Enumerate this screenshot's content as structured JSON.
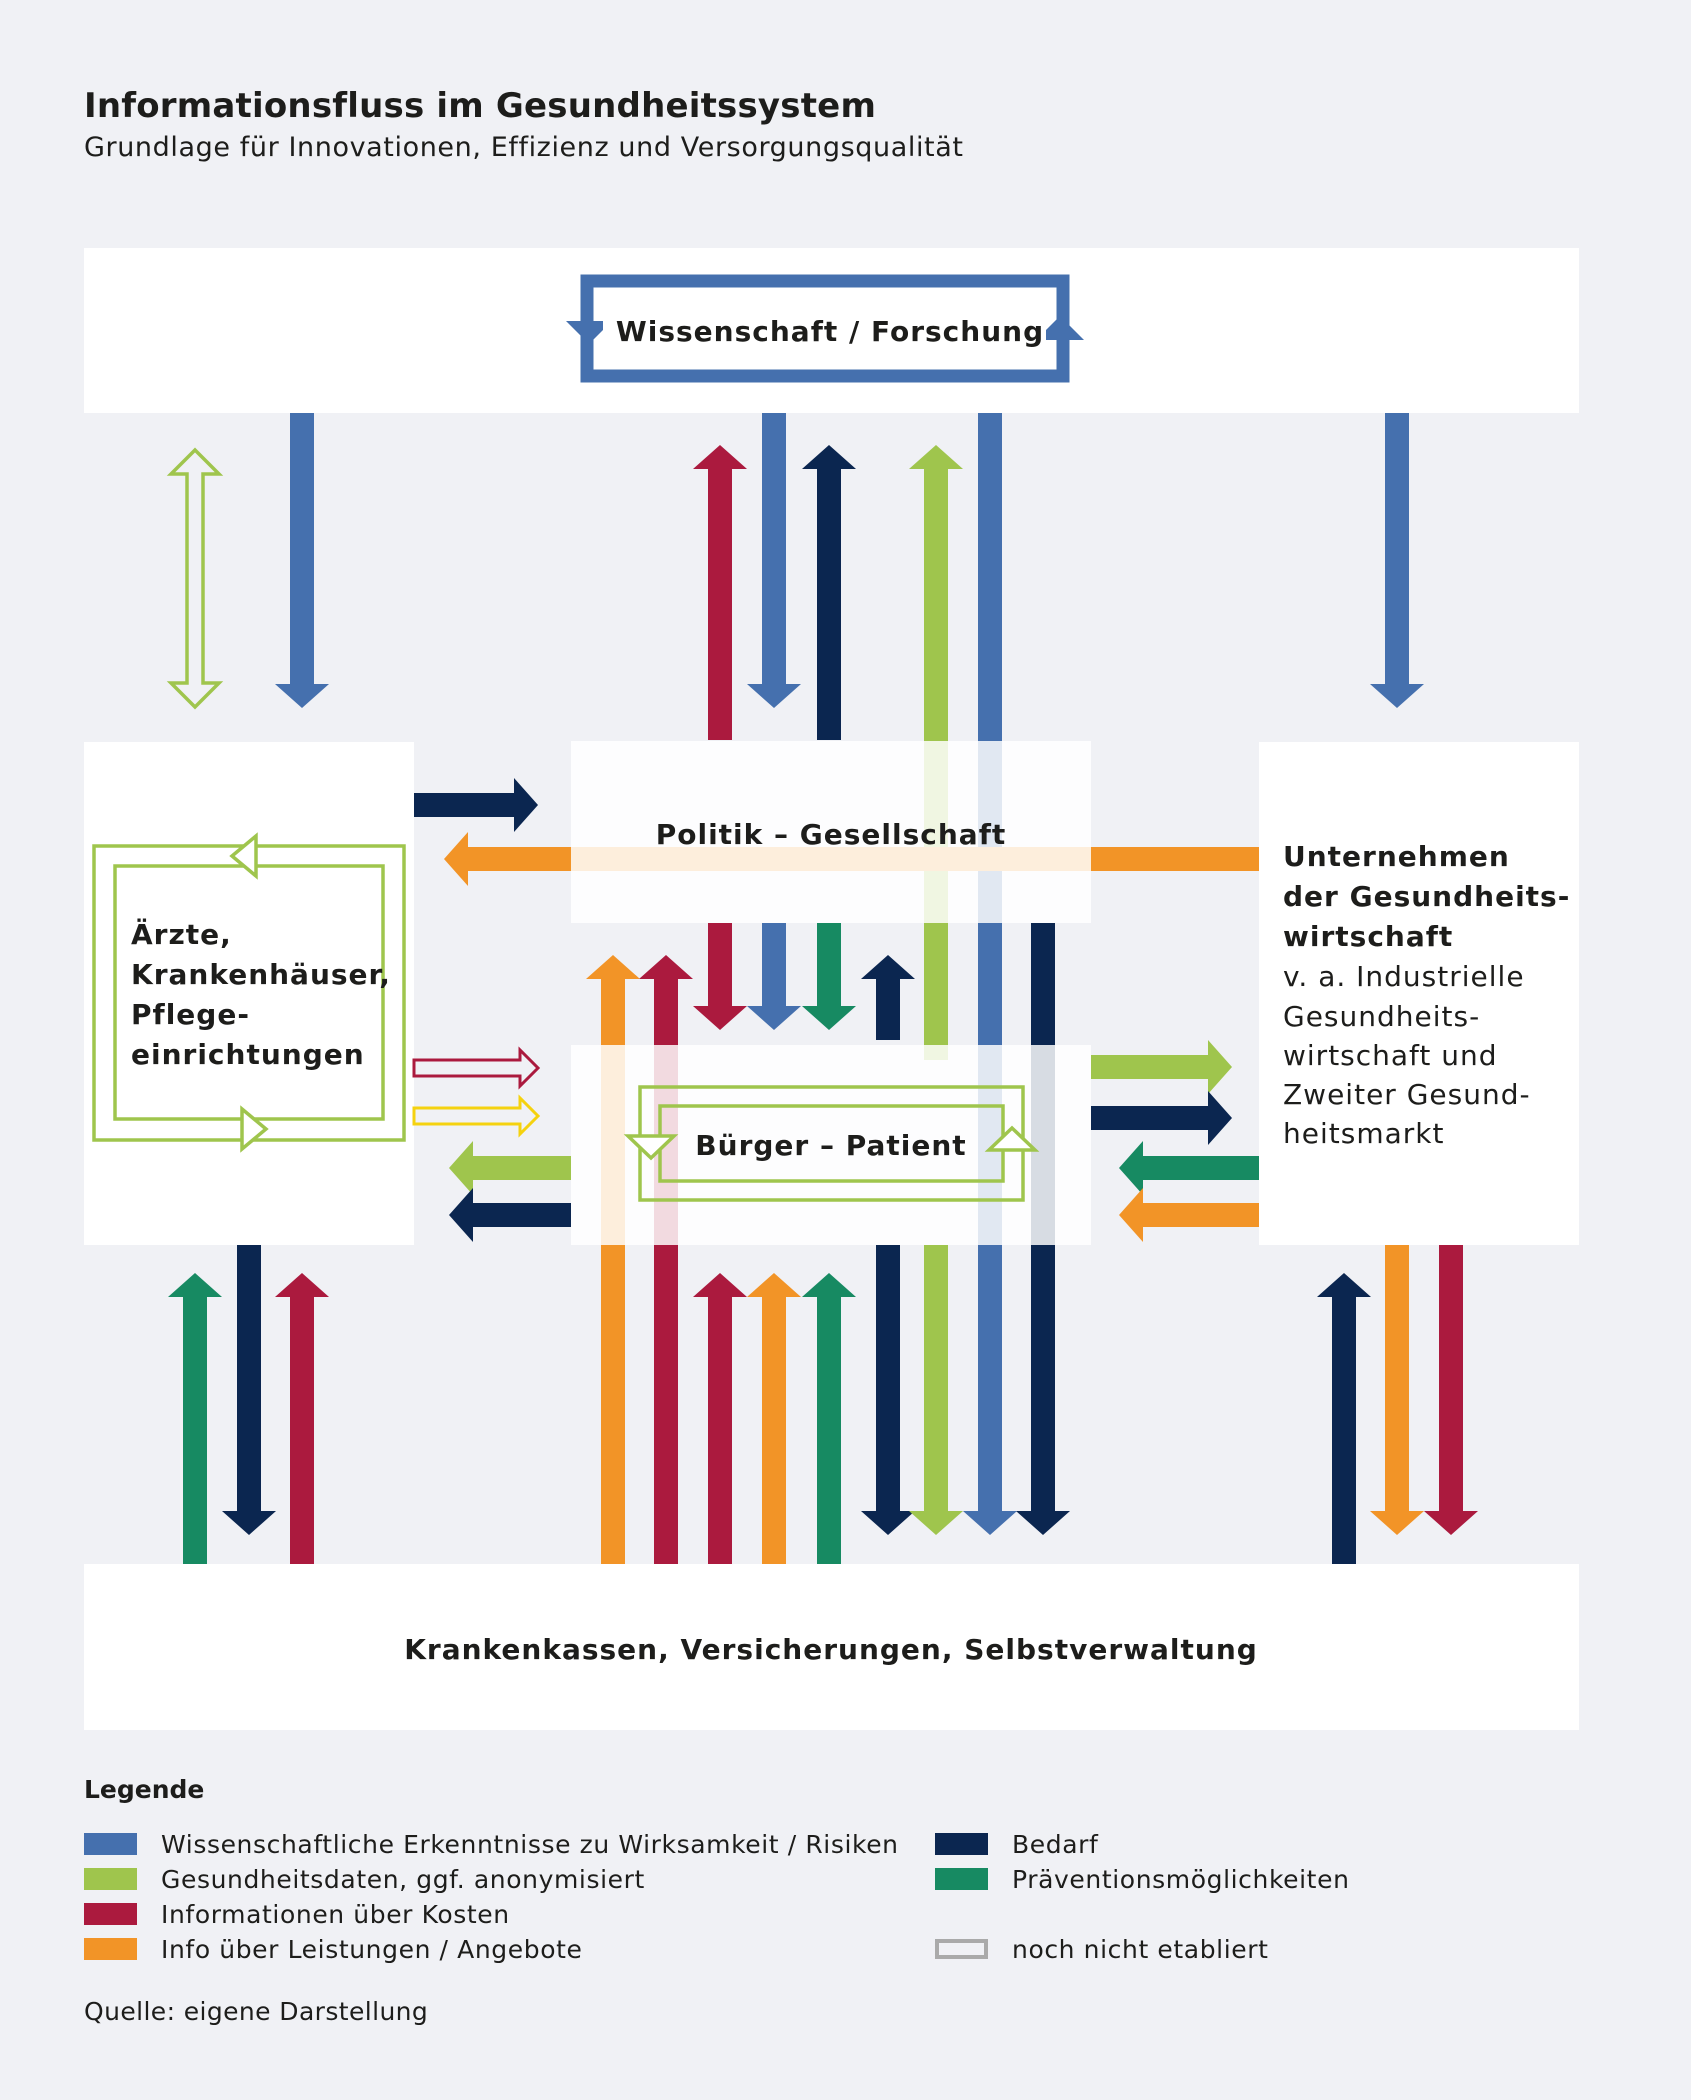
{
  "header": {
    "title": "Informationsfluss im Gesundheitssystem",
    "subtitle": "Grundlage für Innovationen, Effizienz und Versorgungsqualität"
  },
  "nodes": {
    "science": "Wissenschaft / Forschung",
    "politics": "Politik – Gesellschaft",
    "doctors_lines": [
      "Ärzte,",
      "Krankenhäuser,",
      "Pflege-",
      "einrichtungen"
    ],
    "citizen": "Bürger – Patient",
    "companies_bold_lines": [
      "Unternehmen",
      "der Gesundheits-",
      "wirtschaft"
    ],
    "companies_regular_lines": [
      "v. a. Industrielle",
      "Gesundheits-",
      "wirtschaft und",
      "Zweiter Gesund-",
      "heitsmarkt"
    ],
    "insurance": "Krankenkassen, Versicherungen, Selbstverwaltung"
  },
  "colors": {
    "blue": "#4570ae",
    "lightgreen": "#9fc54d",
    "red": "#ab1a3e",
    "orange": "#f29427",
    "navy": "#0b2650",
    "green": "#178a62",
    "yellow": "#f5d20f",
    "outline_gray": "#aaaaaa"
  },
  "legend": {
    "heading": "Legende",
    "items": [
      {
        "label": "Wissenschaftliche Erkenntnisse zu Wirksamkeit / Risiken",
        "color": "#4570ae",
        "style": "solid"
      },
      {
        "label": "Gesundheitsdaten, ggf. anonymisiert",
        "color": "#9fc54d",
        "style": "solid"
      },
      {
        "label": "Informationen über Kosten",
        "color": "#ab1a3e",
        "style": "solid"
      },
      {
        "label": "Info über Leistungen / Angebote",
        "color": "#f29427",
        "style": "solid"
      },
      {
        "label": "Bedarf",
        "color": "#0b2650",
        "style": "solid"
      },
      {
        "label": "Präventionsmöglichkeiten",
        "color": "#178a62",
        "style": "solid"
      },
      {
        "label": "noch nicht etabliert",
        "color": "#aaaaaa",
        "style": "outline"
      }
    ]
  },
  "source": "Quelle: eigene Darstellung"
}
